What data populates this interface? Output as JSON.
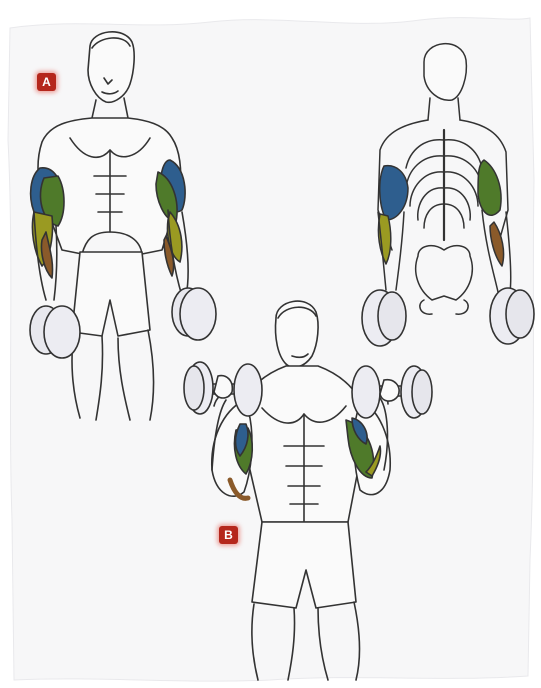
{
  "labels": {
    "position_a": "A",
    "position_b": "B"
  },
  "colors": {
    "background": "#ffffff",
    "paper": "#f7f7f8",
    "line": "#333333",
    "biceps_blue": "#2e5e8e",
    "biceps_green": "#4f7a2a",
    "brachialis_yellow": "#9a9a22",
    "brachioradialis_brown": "#8a5a2a",
    "badge_red": "#b5271c"
  },
  "figures": [
    {
      "id": "figure-a-front",
      "description_icon": "dumbbell-curl-start-front"
    },
    {
      "id": "figure-a-skeleton",
      "description_icon": "dumbbell-curl-start-skeleton"
    },
    {
      "id": "figure-b-curl",
      "description_icon": "dumbbell-curl-top-front"
    }
  ]
}
